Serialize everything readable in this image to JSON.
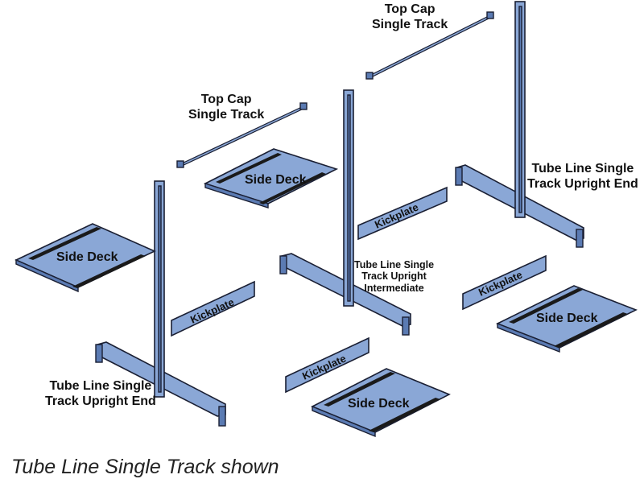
{
  "labels": {
    "top_cap_1": [
      "Top Cap",
      "Single Track"
    ],
    "top_cap_2": [
      "Top Cap",
      "Single Track"
    ],
    "upright_end_right": [
      "Tube Line Single",
      "Track Upright End"
    ],
    "upright_end_left": [
      "Tube Line Single",
      "Track Upright End"
    ],
    "upright_intermediate": [
      "Tube Line Single",
      "Track Upright",
      "Intermediate"
    ],
    "side_deck": "Side Deck",
    "kickplate": "Kickplate"
  },
  "caption": "Tube Line Single Track shown",
  "colors": {
    "part_fill": "#8aa7d6",
    "part_shade": "#5b7bb3",
    "outline": "#1a1f33",
    "rail": "#1a1a1a"
  }
}
